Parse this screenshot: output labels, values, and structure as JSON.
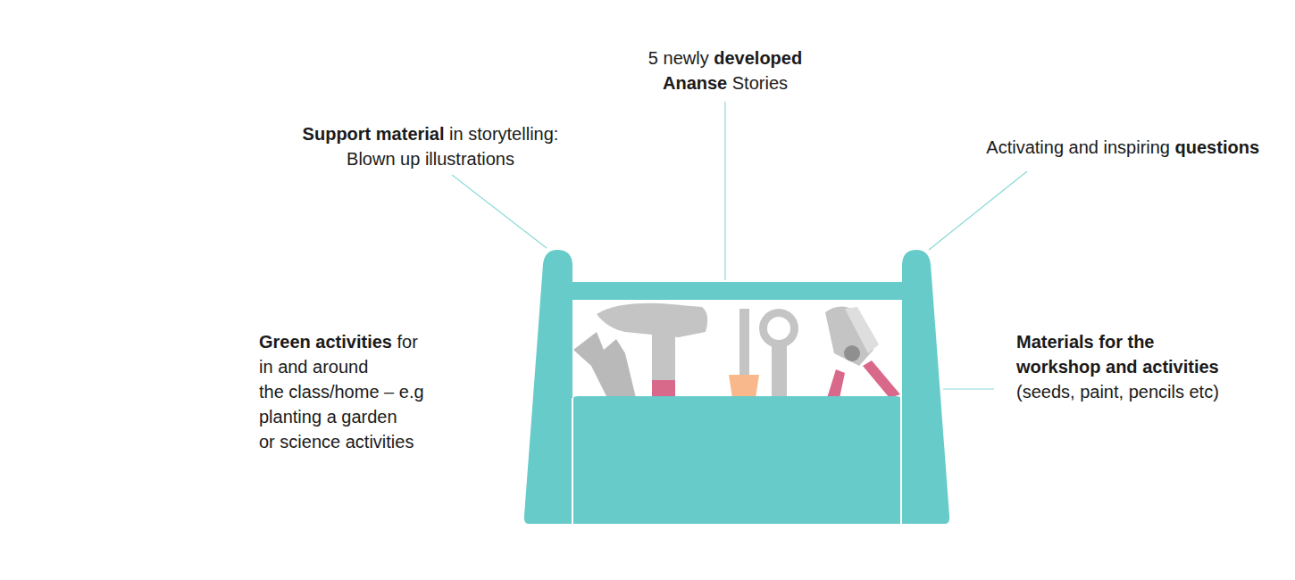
{
  "diagram": {
    "labels": [
      "5 newly developed Ananse Stories",
      "Support material in storytelling: Blown up illustrations",
      "Activating and inspiring questions",
      "Green activities for in and around the class/home – e.g planting a garden or science activities",
      "Materials for the workshop and activities (seeds, paint, pencils etc)"
    ]
  }
}
